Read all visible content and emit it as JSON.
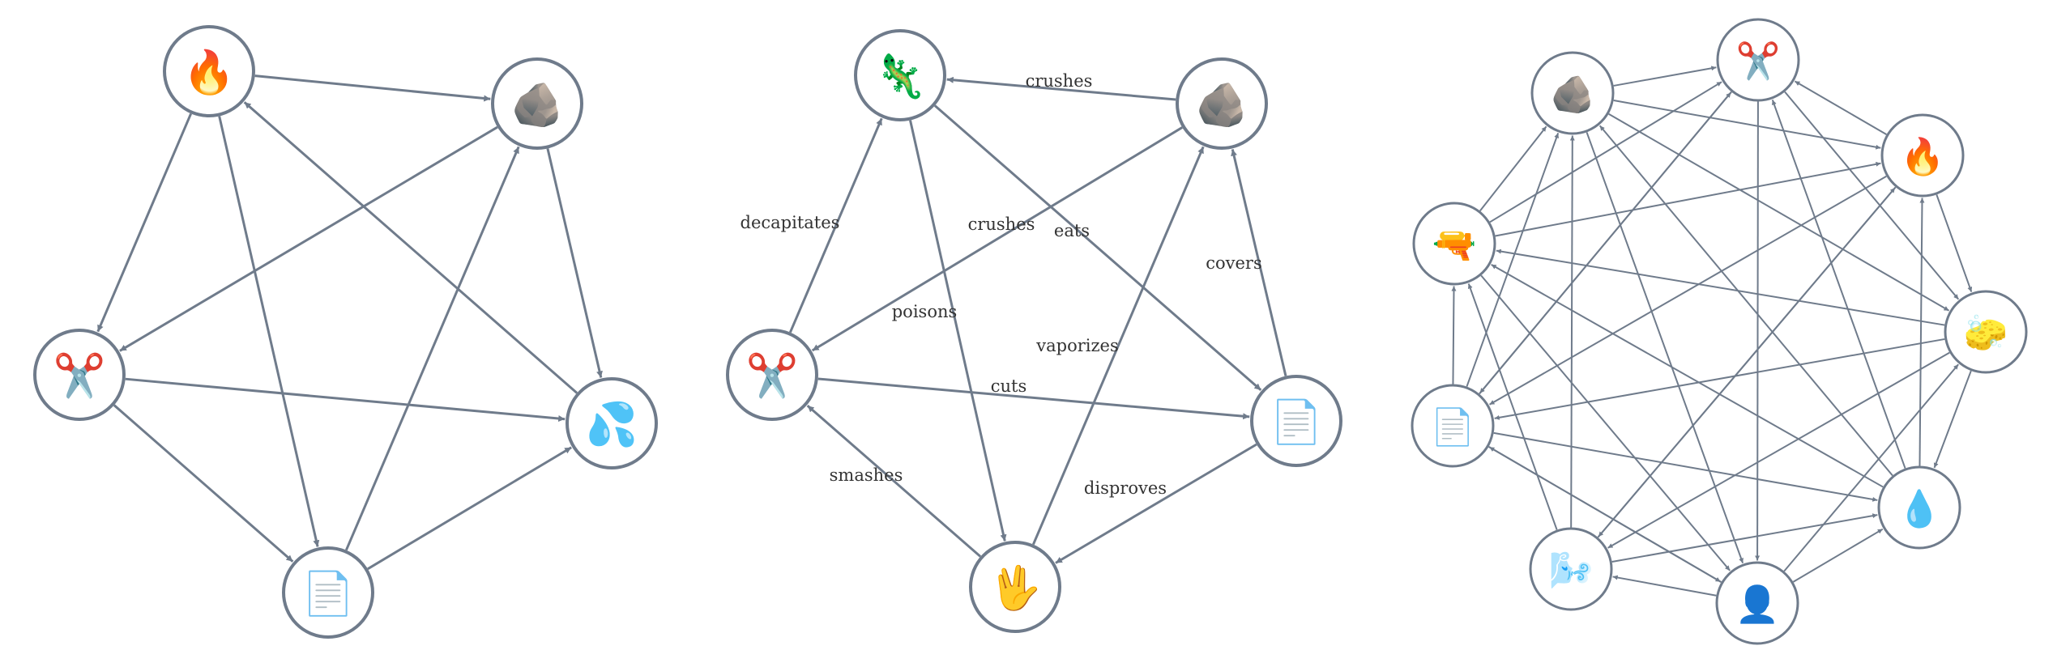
{
  "colors": {
    "stroke": "#6f7b8b",
    "background": "#ffffff",
    "label": "#333333"
  },
  "graphs": [
    {
      "nodes": [
        {
          "id": "fire",
          "icon": "🔥",
          "icon_name": "fire-icon"
        },
        {
          "id": "rock",
          "icon": "🪨",
          "icon_name": "rock-icon"
        },
        {
          "id": "scissors",
          "icon": "✂️",
          "icon_name": "scissors-icon"
        },
        {
          "id": "water",
          "icon": "💦",
          "icon_name": "water-droplets-icon"
        },
        {
          "id": "paper",
          "icon": "📄",
          "icon_name": "paper-icon"
        }
      ],
      "edges": [
        {
          "from": "fire",
          "to": "rock"
        },
        {
          "from": "fire",
          "to": "scissors"
        },
        {
          "from": "fire",
          "to": "paper"
        },
        {
          "from": "rock",
          "to": "scissors"
        },
        {
          "from": "rock",
          "to": "water"
        },
        {
          "from": "scissors",
          "to": "water"
        },
        {
          "from": "scissors",
          "to": "paper"
        },
        {
          "from": "paper",
          "to": "rock"
        },
        {
          "from": "paper",
          "to": "water"
        },
        {
          "from": "water",
          "to": "fire"
        }
      ]
    },
    {
      "nodes": [
        {
          "id": "lizard",
          "icon": "🦎",
          "icon_name": "lizard-icon"
        },
        {
          "id": "rock",
          "icon": "🪨",
          "icon_name": "rock-icon"
        },
        {
          "id": "scissors",
          "icon": "✂️",
          "icon_name": "scissors-icon"
        },
        {
          "id": "paper",
          "icon": "📄",
          "icon_name": "paper-icon"
        },
        {
          "id": "spock",
          "icon": "🖖",
          "icon_name": "vulcan-salute-icon"
        }
      ],
      "edges": [
        {
          "from": "rock",
          "to": "lizard",
          "label": "crushes"
        },
        {
          "from": "scissors",
          "to": "lizard",
          "label": "decapitates"
        },
        {
          "from": "lizard",
          "to": "spock",
          "label": "poisons"
        },
        {
          "from": "lizard",
          "to": "paper",
          "label": "eats"
        },
        {
          "from": "rock",
          "to": "scissors",
          "label": "crushes"
        },
        {
          "from": "paper",
          "to": "rock",
          "label": "covers"
        },
        {
          "from": "spock",
          "to": "rock",
          "label": "vaporizes"
        },
        {
          "from": "scissors",
          "to": "paper",
          "label": "cuts"
        },
        {
          "from": "spock",
          "to": "scissors",
          "label": "smashes"
        },
        {
          "from": "paper",
          "to": "spock",
          "label": "disproves"
        }
      ]
    },
    {
      "nodes": [
        {
          "id": "rock",
          "icon": "🪨",
          "icon_name": "rock-icon"
        },
        {
          "id": "scissors",
          "icon": "✂️",
          "icon_name": "scissors-icon"
        },
        {
          "id": "fire",
          "icon": "🔥",
          "icon_name": "fire-icon"
        },
        {
          "id": "gun",
          "icon": "🔫",
          "icon_name": "water-pistol-icon"
        },
        {
          "id": "sponge",
          "icon": "🧽",
          "icon_name": "sponge-icon"
        },
        {
          "id": "paper",
          "icon": "📄",
          "icon_name": "paper-icon"
        },
        {
          "id": "water",
          "icon": "💧",
          "icon_name": "water-drop-icon"
        },
        {
          "id": "air",
          "icon": "🌬️",
          "icon_name": "wind-face-icon"
        },
        {
          "id": "human",
          "icon": "👤",
          "icon_name": "person-silhouette-icon"
        }
      ],
      "edges": [
        {
          "from": "gun",
          "to": "rock"
        },
        {
          "from": "gun",
          "to": "scissors"
        },
        {
          "from": "gun",
          "to": "fire"
        },
        {
          "from": "gun",
          "to": "human"
        },
        {
          "from": "rock",
          "to": "scissors"
        },
        {
          "from": "rock",
          "to": "fire"
        },
        {
          "from": "rock",
          "to": "sponge"
        },
        {
          "from": "rock",
          "to": "human"
        },
        {
          "from": "scissors",
          "to": "sponge"
        },
        {
          "from": "scissors",
          "to": "paper"
        },
        {
          "from": "scissors",
          "to": "human"
        },
        {
          "from": "fire",
          "to": "scissors"
        },
        {
          "from": "fire",
          "to": "sponge"
        },
        {
          "from": "fire",
          "to": "paper"
        },
        {
          "from": "fire",
          "to": "air"
        },
        {
          "from": "sponge",
          "to": "gun"
        },
        {
          "from": "sponge",
          "to": "paper"
        },
        {
          "from": "sponge",
          "to": "water"
        },
        {
          "from": "sponge",
          "to": "air"
        },
        {
          "from": "paper",
          "to": "gun"
        },
        {
          "from": "paper",
          "to": "rock"
        },
        {
          "from": "paper",
          "to": "scissors"
        },
        {
          "from": "paper",
          "to": "water"
        },
        {
          "from": "paper",
          "to": "human"
        },
        {
          "from": "water",
          "to": "rock"
        },
        {
          "from": "water",
          "to": "scissors"
        },
        {
          "from": "water",
          "to": "fire"
        },
        {
          "from": "water",
          "to": "gun"
        },
        {
          "from": "air",
          "to": "rock"
        },
        {
          "from": "air",
          "to": "gun"
        },
        {
          "from": "air",
          "to": "fire"
        },
        {
          "from": "air",
          "to": "water"
        },
        {
          "from": "human",
          "to": "paper"
        },
        {
          "from": "human",
          "to": "air"
        },
        {
          "from": "human",
          "to": "water"
        },
        {
          "from": "human",
          "to": "sponge"
        }
      ]
    }
  ]
}
